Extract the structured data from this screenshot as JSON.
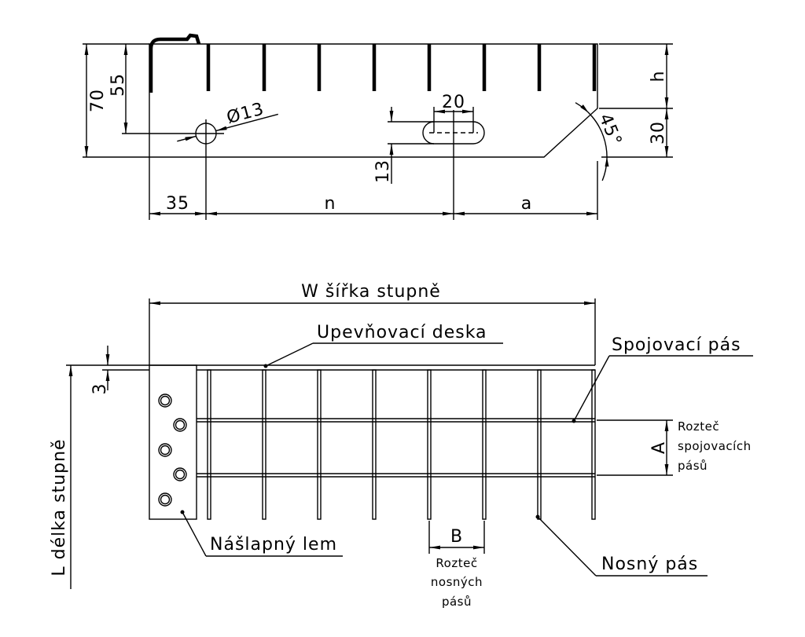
{
  "side_view": {
    "dim_70": "70",
    "dim_55": "55",
    "dim_hole": "Ø13",
    "dim_20": "20",
    "dim_13": "13",
    "dim_h": "h",
    "dim_30": "30",
    "dim_angle": "45°",
    "dim_35": "35",
    "dim_n": "n",
    "dim_a": "a"
  },
  "plan_view": {
    "width_label": "W šířka stupně",
    "length_label": "L délka stupně",
    "dim_3": "3",
    "fixing_plate": "Upevňovací deska",
    "cross_bar": "Spojovací pás",
    "dim_A": "A",
    "cross_pitch": [
      "Rozteč",
      "spojovacích",
      "pásů"
    ],
    "tread_edge": "Nášlapný lem",
    "dim_B": "B",
    "bearing_pitch": [
      "Rozteč",
      "nosných",
      "pásů"
    ],
    "bearing_bar": "Nosný pás"
  }
}
